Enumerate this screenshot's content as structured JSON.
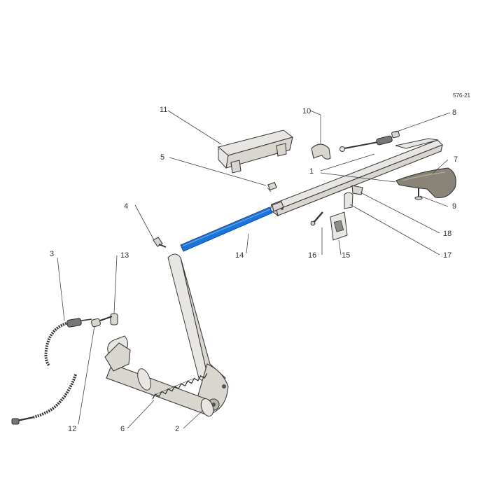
{
  "diagram": {
    "reference_code": "576-21",
    "highlight_color": "#1e74d6",
    "highlighted_part": "14",
    "callouts": [
      {
        "id": "c1",
        "label": "1"
      },
      {
        "id": "c2",
        "label": "2"
      },
      {
        "id": "c3",
        "label": "3"
      },
      {
        "id": "c4",
        "label": "4"
      },
      {
        "id": "c5",
        "label": "5"
      },
      {
        "id": "c6",
        "label": "6"
      },
      {
        "id": "c7",
        "label": "7"
      },
      {
        "id": "c8",
        "label": "8"
      },
      {
        "id": "c9",
        "label": "9"
      },
      {
        "id": "c10",
        "label": "10"
      },
      {
        "id": "c11",
        "label": "11"
      },
      {
        "id": "c12",
        "label": "12"
      },
      {
        "id": "c13",
        "label": "13"
      },
      {
        "id": "c14",
        "label": "14"
      },
      {
        "id": "c15",
        "label": "15"
      },
      {
        "id": "c16",
        "label": "16"
      },
      {
        "id": "c17",
        "label": "17"
      },
      {
        "id": "c18",
        "label": "18"
      }
    ]
  }
}
